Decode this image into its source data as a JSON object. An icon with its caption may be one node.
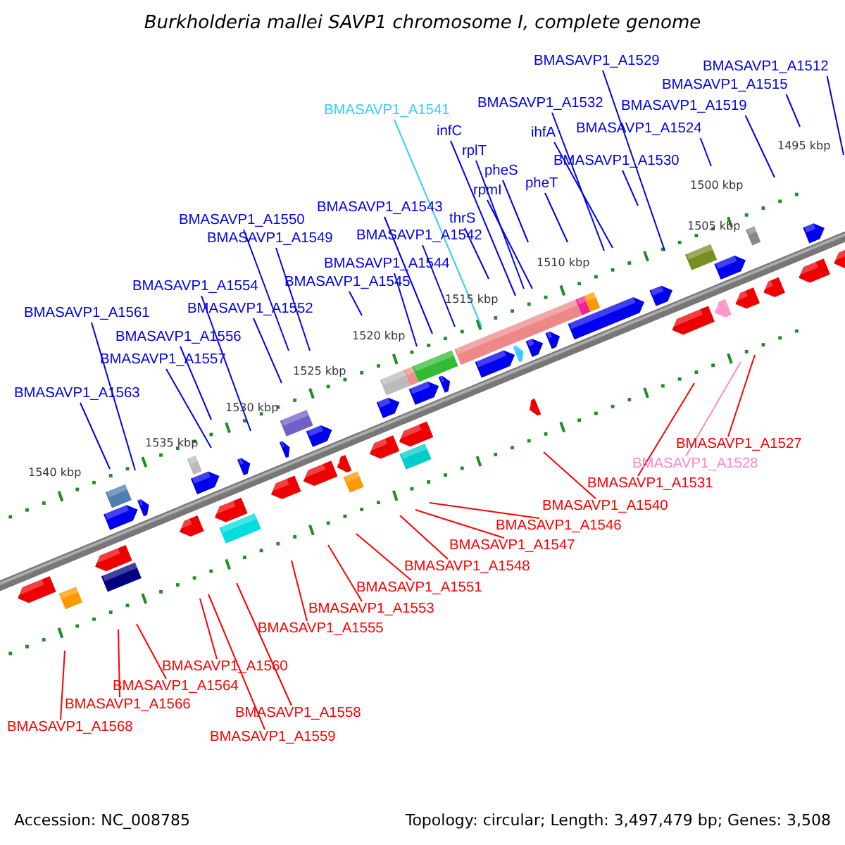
{
  "diagram": {
    "title": "Burkholderia mallei SAVP1 chromosome I, complete genome",
    "nodes": [
      {
        "text": [
          "BMASAVP1_A1529"
        ]
      },
      {
        "text": [
          "BMASAVP1_A1512"
        ]
      },
      {
        "text": [
          "BMASAVP1_A1515"
        ]
      },
      {
        "text": [
          "BMASAVP1_A1519"
        ]
      },
      {
        "text": [
          "BMASAVP1_A1532"
        ]
      },
      {
        "text": [
          "BMASAVP1_A1524"
        ]
      },
      {
        "text": [
          "BMASAVP1_A1541"
        ]
      },
      {
        "text": [
          "infC"
        ]
      },
      {
        "text": [
          "ihfA"
        ]
      },
      {
        "text": [
          "rplT"
        ]
      },
      {
        "text": [
          "BMASAVP1_A1530"
        ]
      },
      {
        "text": [
          "pheS"
        ]
      },
      {
        "text": [
          "pheT"
        ]
      },
      {
        "text": [
          "rpmI"
        ]
      },
      {
        "text": [
          "BMASAVP1_A1543"
        ]
      },
      {
        "text": [
          "BMASAVP1_A1550"
        ]
      },
      {
        "text": [
          "thrS"
        ]
      },
      {
        "text": [
          "BMASAVP1_A1542"
        ]
      },
      {
        "text": [
          "BMASAVP1_A1549"
        ]
      },
      {
        "text": [
          "BMASAVP1_A1544"
        ]
      },
      {
        "text": [
          "BMASAVP1_A1545"
        ]
      },
      {
        "text": [
          "BMASAVP1_A1554"
        ]
      },
      {
        "text": [
          "BMASAVP1_A1552"
        ]
      },
      {
        "text": [
          "BMASAVP1_A1561"
        ]
      },
      {
        "text": [
          "BMASAVP1_A1556"
        ]
      },
      {
        "text": [
          "BMASAVP1_A1557"
        ]
      },
      {
        "text": [
          "BMASAVP1_A1563"
        ]
      },
      {
        "text": [
          "BMASAVP1_A1527"
        ]
      },
      {
        "text": [
          "BMASAVP1_A1528"
        ]
      },
      {
        "text": [
          "BMASAVP1_A1531"
        ]
      },
      {
        "text": [
          "BMASAVP1_A1540"
        ]
      },
      {
        "text": [
          "BMASAVP1_A1546"
        ]
      },
      {
        "text": [
          "BMASAVP1_A1547"
        ]
      },
      {
        "text": [
          "BMASAVP1_A1548"
        ]
      },
      {
        "text": [
          "BMASAVP1_A1551"
        ]
      },
      {
        "text": [
          "BMASAVP1_A1553"
        ]
      },
      {
        "text": [
          "BMASAVP1_A1555"
        ]
      },
      {
        "text": [
          "BMASAVP1_A1560"
        ]
      },
      {
        "text": [
          "BMASAVP1_A1564"
        ]
      },
      {
        "text": [
          "BMASAVP1_A1566"
        ]
      },
      {
        "text": [
          "BMASAVP1_A1558"
        ]
      },
      {
        "text": [
          "BMASAVP1_A1568"
        ]
      },
      {
        "text": [
          "BMASAVP1_A1559"
        ]
      }
    ],
    "edges": [
      {
        "from": 0,
        "to": null,
        "arrow": "none"
      },
      {
        "from": 1,
        "to": null,
        "arrow": "none"
      },
      {
        "from": 2,
        "to": null,
        "arrow": "none"
      },
      {
        "from": 3,
        "to": null,
        "arrow": "none"
      },
      {
        "from": 4,
        "to": null,
        "arrow": "none"
      },
      {
        "from": 5,
        "to": null,
        "arrow": "none"
      },
      {
        "from": 6,
        "to": null,
        "arrow": "none",
        "color": "#33ccff"
      },
      {
        "from": 7,
        "to": null,
        "arrow": "none"
      },
      {
        "from": 8,
        "to": null,
        "arrow": "none"
      },
      {
        "from": 9,
        "to": null,
        "arrow": "none"
      },
      {
        "from": 10,
        "to": null,
        "arrow": "none"
      },
      {
        "from": 11,
        "to": null,
        "arrow": "none"
      },
      {
        "from": 12,
        "to": null,
        "arrow": "none"
      },
      {
        "from": 13,
        "to": null,
        "arrow": "none"
      },
      {
        "from": 14,
        "to": null,
        "arrow": "none"
      },
      {
        "from": 15,
        "to": null,
        "arrow": "none"
      },
      {
        "from": 16,
        "to": null,
        "arrow": "none"
      },
      {
        "from": 17,
        "to": null,
        "arrow": "none"
      },
      {
        "from": 18,
        "to": null,
        "arrow": "none"
      },
      {
        "from": 19,
        "to": null,
        "arrow": "none"
      },
      {
        "from": 20,
        "to": null,
        "arrow": "none"
      },
      {
        "from": 21,
        "to": null,
        "arrow": "none"
      },
      {
        "from": 22,
        "to": null,
        "arrow": "none"
      },
      {
        "from": 23,
        "to": null,
        "arrow": "none"
      },
      {
        "from": 24,
        "to": null,
        "arrow": "none"
      },
      {
        "from": 25,
        "to": null,
        "arrow": "none"
      },
      {
        "from": 26,
        "to": null,
        "arrow": "none"
      },
      {
        "from": 27,
        "to": null,
        "arrow": "none",
        "color": "#ff0000"
      },
      {
        "from": 28,
        "to": null,
        "arrow": "none",
        "color": "#ff88cc"
      },
      {
        "from": 29,
        "to": null,
        "arrow": "none",
        "color": "#ff0000"
      },
      {
        "from": 30,
        "to": null,
        "arrow": "none",
        "color": "#ff0000"
      },
      {
        "from": 31,
        "to": null,
        "arrow": "none",
        "color": "#ff0000"
      },
      {
        "from": 32,
        "to": null,
        "arrow": "none",
        "color": "#ff0000"
      },
      {
        "from": 33,
        "to": null,
        "arrow": "none",
        "color": "#ff0000"
      },
      {
        "from": 34,
        "to": null,
        "arrow": "none",
        "color": "#ff0000"
      },
      {
        "from": 35,
        "to": null,
        "arrow": "none",
        "color": "#ff0000"
      },
      {
        "from": 36,
        "to": null,
        "arrow": "none",
        "color": "#ff0000"
      },
      {
        "from": 37,
        "to": null,
        "arrow": "none",
        "color": "#ff0000"
      },
      {
        "from": 38,
        "to": null,
        "arrow": "none",
        "color": "#ff0000"
      },
      {
        "from": 39,
        "to": null,
        "arrow": "none",
        "color": "#ff0000"
      },
      {
        "from": 40,
        "to": null,
        "arrow": "none",
        "color": "#ff0000"
      },
      {
        "from": 41,
        "to": null,
        "arrow": "none",
        "color": "#ff0000"
      },
      {
        "from": 42,
        "to": null,
        "arrow": "none",
        "color": "#ff0000"
      }
    ],
    "labels": [
      "1495 kbp",
      "1500 kbp",
      "1505 kbp",
      "1510 kbp",
      "1515 kbp",
      "1520 kbp",
      "1525 kbp",
      "1530 kbp",
      "1535 kbp",
      "1540 kbp",
      "Accession: NC_008785",
      "Topology: circular; Length: 3,497,479 bp; Genes: 3,508"
    ]
  }
}
